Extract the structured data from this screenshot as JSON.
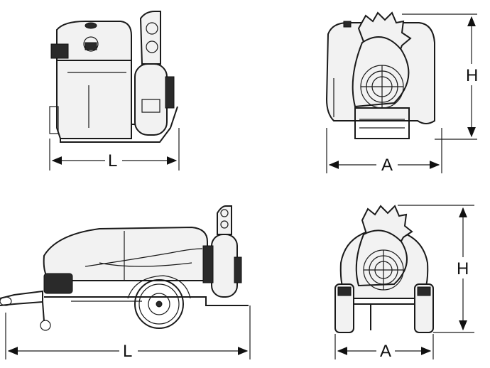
{
  "views": {
    "top_left": {
      "length_label": "L"
    },
    "top_right": {
      "width_label": "A",
      "height_label": "H"
    },
    "bottom_left": {
      "length_label": "L"
    },
    "bottom_right": {
      "width_label": "A",
      "height_label": "H"
    }
  }
}
